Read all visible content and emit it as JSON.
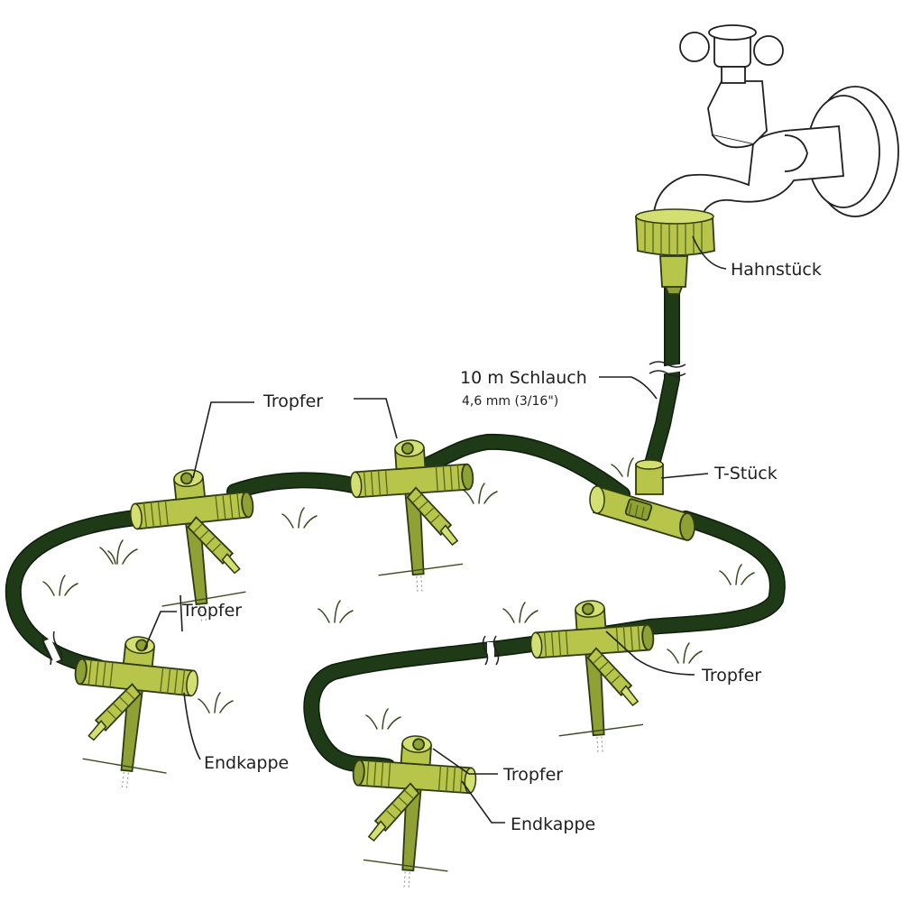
{
  "labels": {
    "hahnstueck": "Hahnstück",
    "schlauch_title": "10 m Schlauch",
    "schlauch_size": "4,6 mm (3/16\")",
    "t_stueck": "T-Stück",
    "tropfer": "Tropfer",
    "endkappe": "Endkappe"
  },
  "colors": {
    "hose": "#1e3a17",
    "fitting": "#b7c64a",
    "stake": "#8fa034",
    "text": "#1f1f1f"
  },
  "icons": [
    "water-tap-icon",
    "grass-tuft-icon",
    "dripper-icon",
    "t-piece-icon",
    "tap-connector-icon"
  ]
}
